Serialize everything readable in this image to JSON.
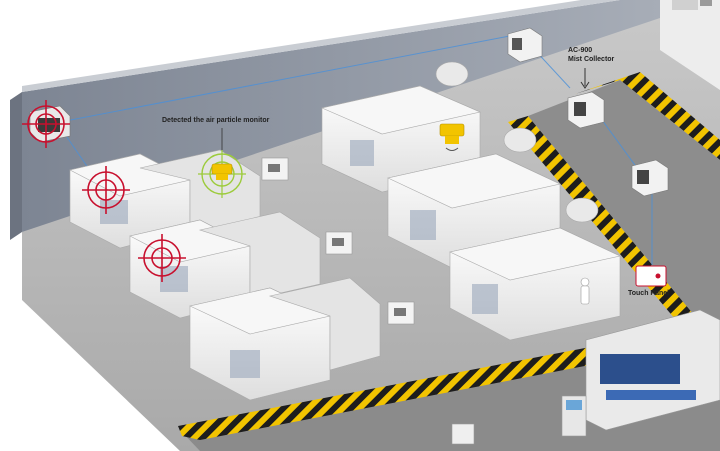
{
  "labels": {
    "detected": "Detected the air particle monitor",
    "ac_model": "AC-900",
    "ac_name": "Mist Collector",
    "touch_panel": "Touch Panel"
  },
  "colors": {
    "wall": "#8f96a2",
    "floor": "#b7b7b7",
    "stripe_yellow": "#f2c400",
    "alarm_red": "#c8102e",
    "monitor_yellow": "#f2c400",
    "detect_green": "#9ccb3b",
    "network_line": "#4a90d9"
  },
  "icons": [
    "crosshair-target-icon",
    "air-particle-monitor-icon",
    "mist-collector-unit-icon",
    "touch-panel-icon",
    "operator-figure-icon"
  ]
}
